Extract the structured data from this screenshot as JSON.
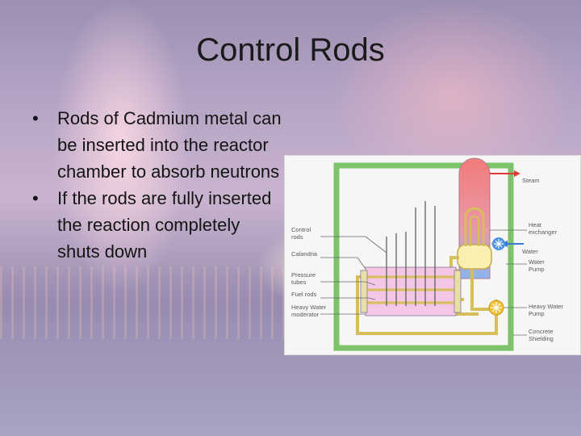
{
  "slide": {
    "title": "Control Rods",
    "bullets": [
      {
        "marker": "•",
        "text": "Rods of Cadmium metal can be inserted into the reactor chamber to absorb neutrons"
      },
      {
        "marker": "•",
        "text": "If the rods are fully inserted the reaction completely shuts down"
      }
    ]
  },
  "diagram": {
    "labels": {
      "steam": "Steam",
      "heat_exchanger_1": "Heat",
      "heat_exchanger_2": "exchanger",
      "water": "Water",
      "water_pump_1": "Water",
      "water_pump_2": "Pump",
      "heavy_water_pump": "Heavy Water",
      "heavy_water_pump_2": "Pump",
      "concrete_1": "Concrete",
      "concrete_2": "Shielding",
      "control_rods_1": "Control",
      "control_rods_2": "rods",
      "calandria": "Calandria",
      "pressure_tubes_1": "Pressure",
      "pressure_tubes_2": "tubes",
      "fuel_rods": "Fuel rods",
      "moderator_1": "Heavy Water",
      "moderator_2": "moderator"
    },
    "colors": {
      "shielding": "#7cc36a",
      "calandria_fill": "#f4c7e6",
      "pipe": "#d8be5a",
      "steam_top": "#f27a7a",
      "exchanger_bottom": "#8ab4f0",
      "water_fill": "#f8efb0",
      "pump_blue": "#4a8fe0",
      "pump_yellow": "#f2c233",
      "arrow_red": "#e03a3a",
      "arrow_blue": "#3a78d8"
    }
  }
}
